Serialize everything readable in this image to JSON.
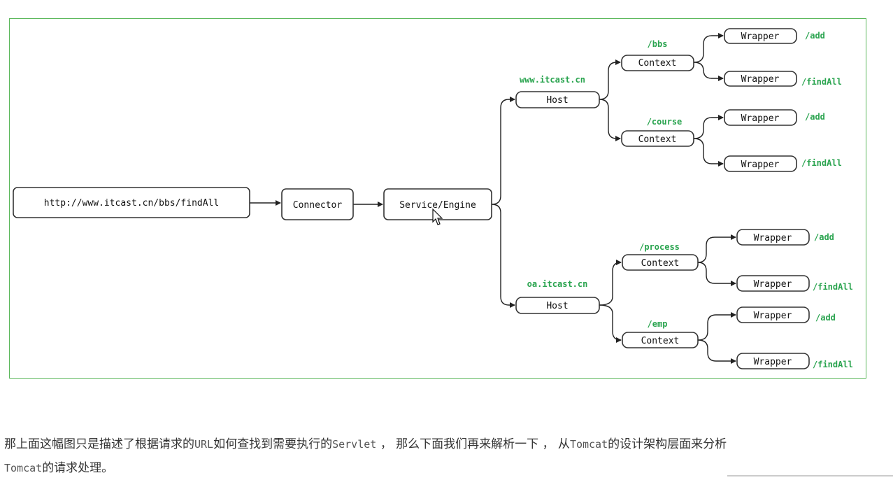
{
  "diagram": {
    "nodes": {
      "url": "http://www.itcast.cn/bbs/findAll",
      "connector": "Connector",
      "engine": "Service/Engine",
      "host1": "Host",
      "host2": "Host",
      "ctx_bbs": "Context",
      "ctx_course": "Context",
      "ctx_process": "Context",
      "ctx_emp": "Context",
      "w1": "Wrapper",
      "w2": "Wrapper",
      "w3": "Wrapper",
      "w4": "Wrapper",
      "w5": "Wrapper",
      "w6": "Wrapper",
      "w7": "Wrapper",
      "w8": "Wrapper"
    },
    "labels": {
      "host1": "www.itcast.cn",
      "host2": "oa.itcast.cn",
      "ctx_bbs": "/bbs",
      "ctx_course": "/course",
      "ctx_process": "/process",
      "ctx_emp": "/emp",
      "w1": "/add",
      "w2": "/findAll",
      "w3": "/add",
      "w4": "/findAll",
      "w5": "/add",
      "w6": "/findAll",
      "w7": "/add",
      "w8": "/findAll"
    },
    "colors": {
      "frame": "#5cb85c",
      "label": "#2aa44f",
      "stroke": "#333333"
    }
  },
  "caption": {
    "p1": "那上面这幅图只是描述了根据请求的",
    "m1": "URL",
    "p2": "如何查找到需要执行的",
    "m2": "Servlet",
    "p3": " ， 那么下面我们再来解析一下 ， 从",
    "m3": "Tomcat",
    "p4": "的设计架构层面来分析",
    "m4": "Tomcat",
    "p5": "的请求处理。"
  }
}
